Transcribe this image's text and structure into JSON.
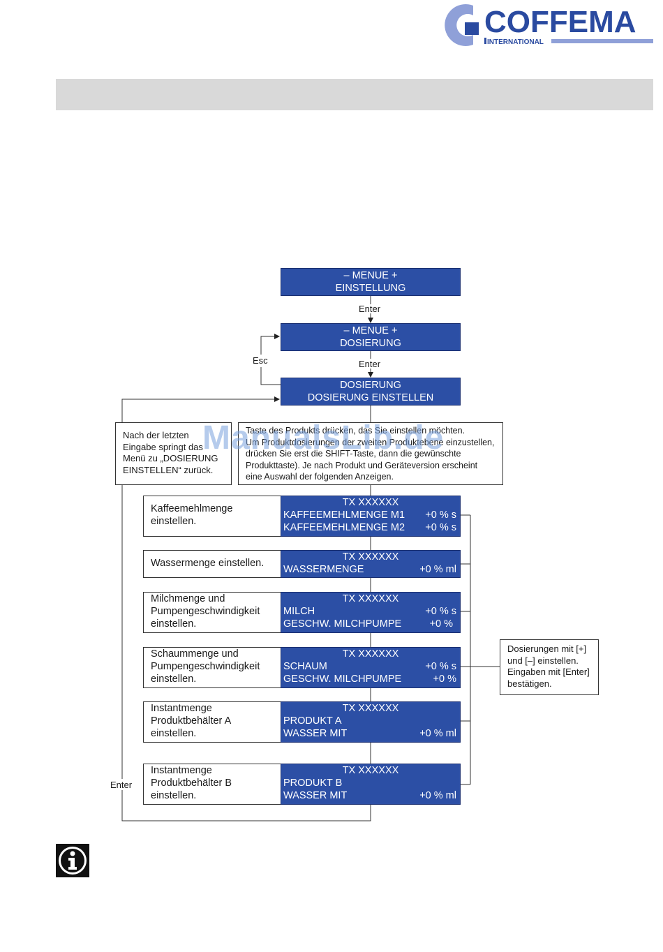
{
  "header": {
    "logo_text": "COFFEMA",
    "logo_subtext": "INTERNATIONAL"
  },
  "flow": {
    "menu_einstellung": {
      "line1": "– MENUE +",
      "line2": "EINSTELLUNG"
    },
    "enter1": "Enter",
    "menu_dosierung": {
      "line1": "– MENUE +",
      "line2": "DOSIERUNG"
    },
    "esc": "Esc",
    "enter2": "Enter",
    "dosierung_einstellen": {
      "line1": "DOSIERUNG",
      "line2": "DOSIERUNG EINSTELLEN"
    },
    "note_left": {
      "lines": [
        "Nach der letzten",
        "Eingabe springt das",
        "Menü zu „DOSIERUNG",
        "EINSTELLEN“ zurück."
      ]
    },
    "note_top": {
      "lines": [
        "Taste des Produkts drücken, das Sie einstellen möchten.",
        "Um Produktdosierungen der zweiten Produktebene einzustellen,",
        "drücken Sie erst die SHIFT-Taste, dann die gewünschte",
        "Produkttaste). Je nach Produkt und Geräteversion erscheint",
        "eine Auswahl der folgenden Anzeigen."
      ]
    },
    "enter_bottom": "Enter",
    "note_right": {
      "lines": [
        "Dosierungen mit [+]",
        "und [–] einstellen.",
        "Eingaben mit [Enter]",
        "bestätigen."
      ]
    },
    "rows": [
      {
        "description": [
          "Kaffeemehlmenge",
          "einstellen."
        ],
        "display_header": "TX  XXXXXX",
        "display_lines": [
          {
            "left": "KAFFEEMEHLMENGE M1",
            "right": "+0 % s"
          },
          {
            "left": "KAFFEEMEHLMENGE M2",
            "right": "+0 % s"
          }
        ]
      },
      {
        "description": [
          "Wassermenge einstellen."
        ],
        "display_header": "TX  XXXXXX",
        "display_lines": [
          {
            "left": "WASSERMENGE",
            "right": "+0 % ml"
          }
        ]
      },
      {
        "description": [
          "Milchmenge und",
          "Pumpengeschwindigkeit",
          "einstellen."
        ],
        "display_header": "TX  XXXXXX",
        "display_lines": [
          {
            "left": "MILCH",
            "right": "+0 % s"
          },
          {
            "left": "GESCHW. MILCHPUMPE",
            "right": "+0 %"
          }
        ]
      },
      {
        "description": [
          "Schaummenge und",
          "Pumpengeschwindigkeit",
          "einstellen."
        ],
        "display_header": "TX  XXXXXX",
        "display_lines": [
          {
            "left": "SCHAUM",
            "right": "+0 % s"
          },
          {
            "left": "GESCHW. MILCHPUMPE",
            "right": "+0 %"
          }
        ]
      },
      {
        "description": [
          "Instantmenge",
          "Produktbehälter A",
          "einstellen."
        ],
        "display_header": "TX  XXXXXX",
        "display_lines": [
          {
            "left": "PRODUKT A",
            "right": ""
          },
          {
            "left": "WASSER MIT",
            "right": "+0 % ml"
          }
        ]
      },
      {
        "description": [
          "Instantmenge",
          "Produktbehälter B",
          "einstellen."
        ],
        "display_header": "TX  XXXXXX",
        "display_lines": [
          {
            "left": "PRODUKT B",
            "right": ""
          },
          {
            "left": "WASSER MIT",
            "right": "+0 % ml"
          }
        ]
      }
    ]
  },
  "watermark": "ManualsLib.de",
  "colors": {
    "display_blue": "#2c4fa5",
    "logo_blue": "#2a4aa0",
    "header_bar": "#d9d9d9"
  },
  "icons": {
    "info": "info-icon"
  }
}
